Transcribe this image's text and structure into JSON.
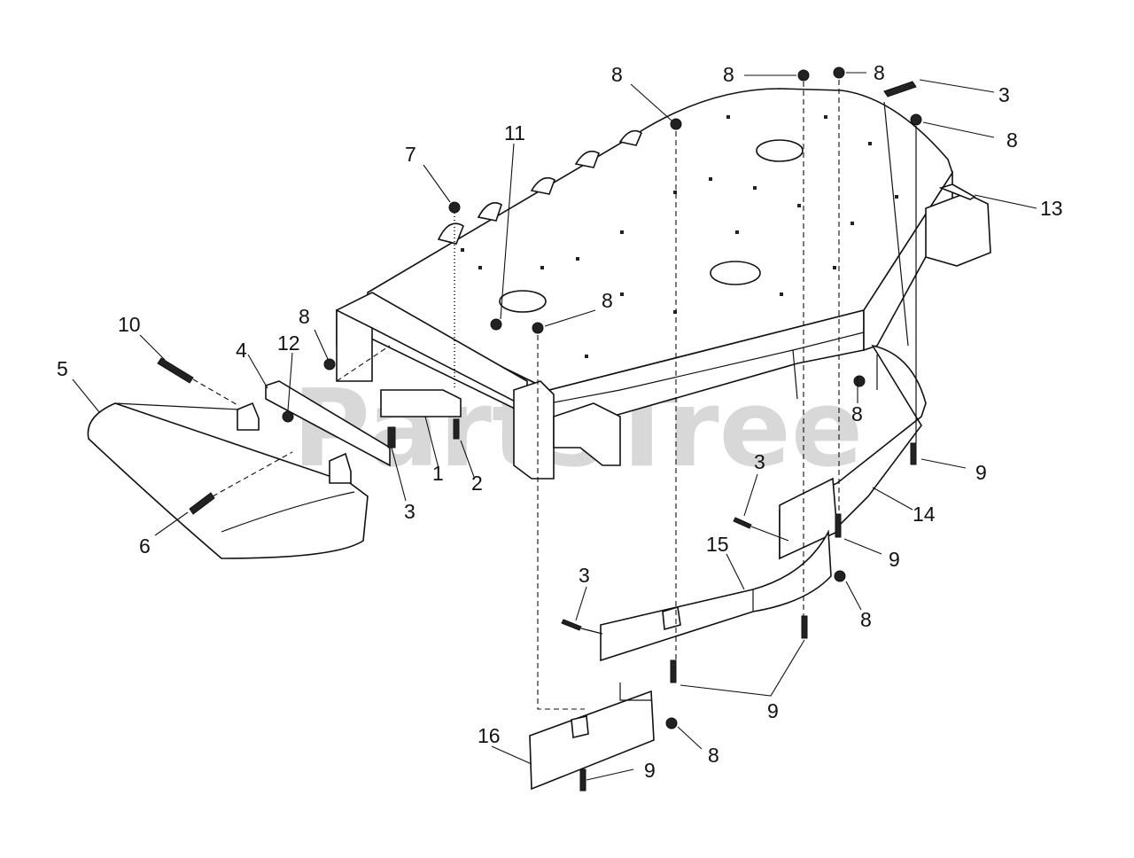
{
  "watermark": "PartsTree",
  "callouts": [
    {
      "id": "c-8a",
      "text": "8"
    },
    {
      "id": "c-8b",
      "text": "8"
    },
    {
      "id": "c-8c",
      "text": "8"
    },
    {
      "id": "c-3a",
      "text": "3"
    },
    {
      "id": "c-8d",
      "text": "8"
    },
    {
      "id": "c-11",
      "text": "11"
    },
    {
      "id": "c-7",
      "text": "7"
    },
    {
      "id": "c-13",
      "text": "13"
    },
    {
      "id": "c-8e",
      "text": "8"
    },
    {
      "id": "c-10",
      "text": "10"
    },
    {
      "id": "c-8f",
      "text": "8"
    },
    {
      "id": "c-12",
      "text": "12"
    },
    {
      "id": "c-4",
      "text": "4"
    },
    {
      "id": "c-5",
      "text": "5"
    },
    {
      "id": "c-8g",
      "text": "8"
    },
    {
      "id": "c-1",
      "text": "1"
    },
    {
      "id": "c-2",
      "text": "2"
    },
    {
      "id": "c-3b",
      "text": "3"
    },
    {
      "id": "c-9a",
      "text": "9"
    },
    {
      "id": "c-3c",
      "text": "3"
    },
    {
      "id": "c-14",
      "text": "14"
    },
    {
      "id": "c-6",
      "text": "6"
    },
    {
      "id": "c-15",
      "text": "15"
    },
    {
      "id": "c-9b",
      "text": "9"
    },
    {
      "id": "c-3d",
      "text": "3"
    },
    {
      "id": "c-8h",
      "text": "8"
    },
    {
      "id": "c-9c",
      "text": "9"
    },
    {
      "id": "c-16",
      "text": "16"
    },
    {
      "id": "c-8i",
      "text": "8"
    },
    {
      "id": "c-9d",
      "text": "9"
    }
  ]
}
